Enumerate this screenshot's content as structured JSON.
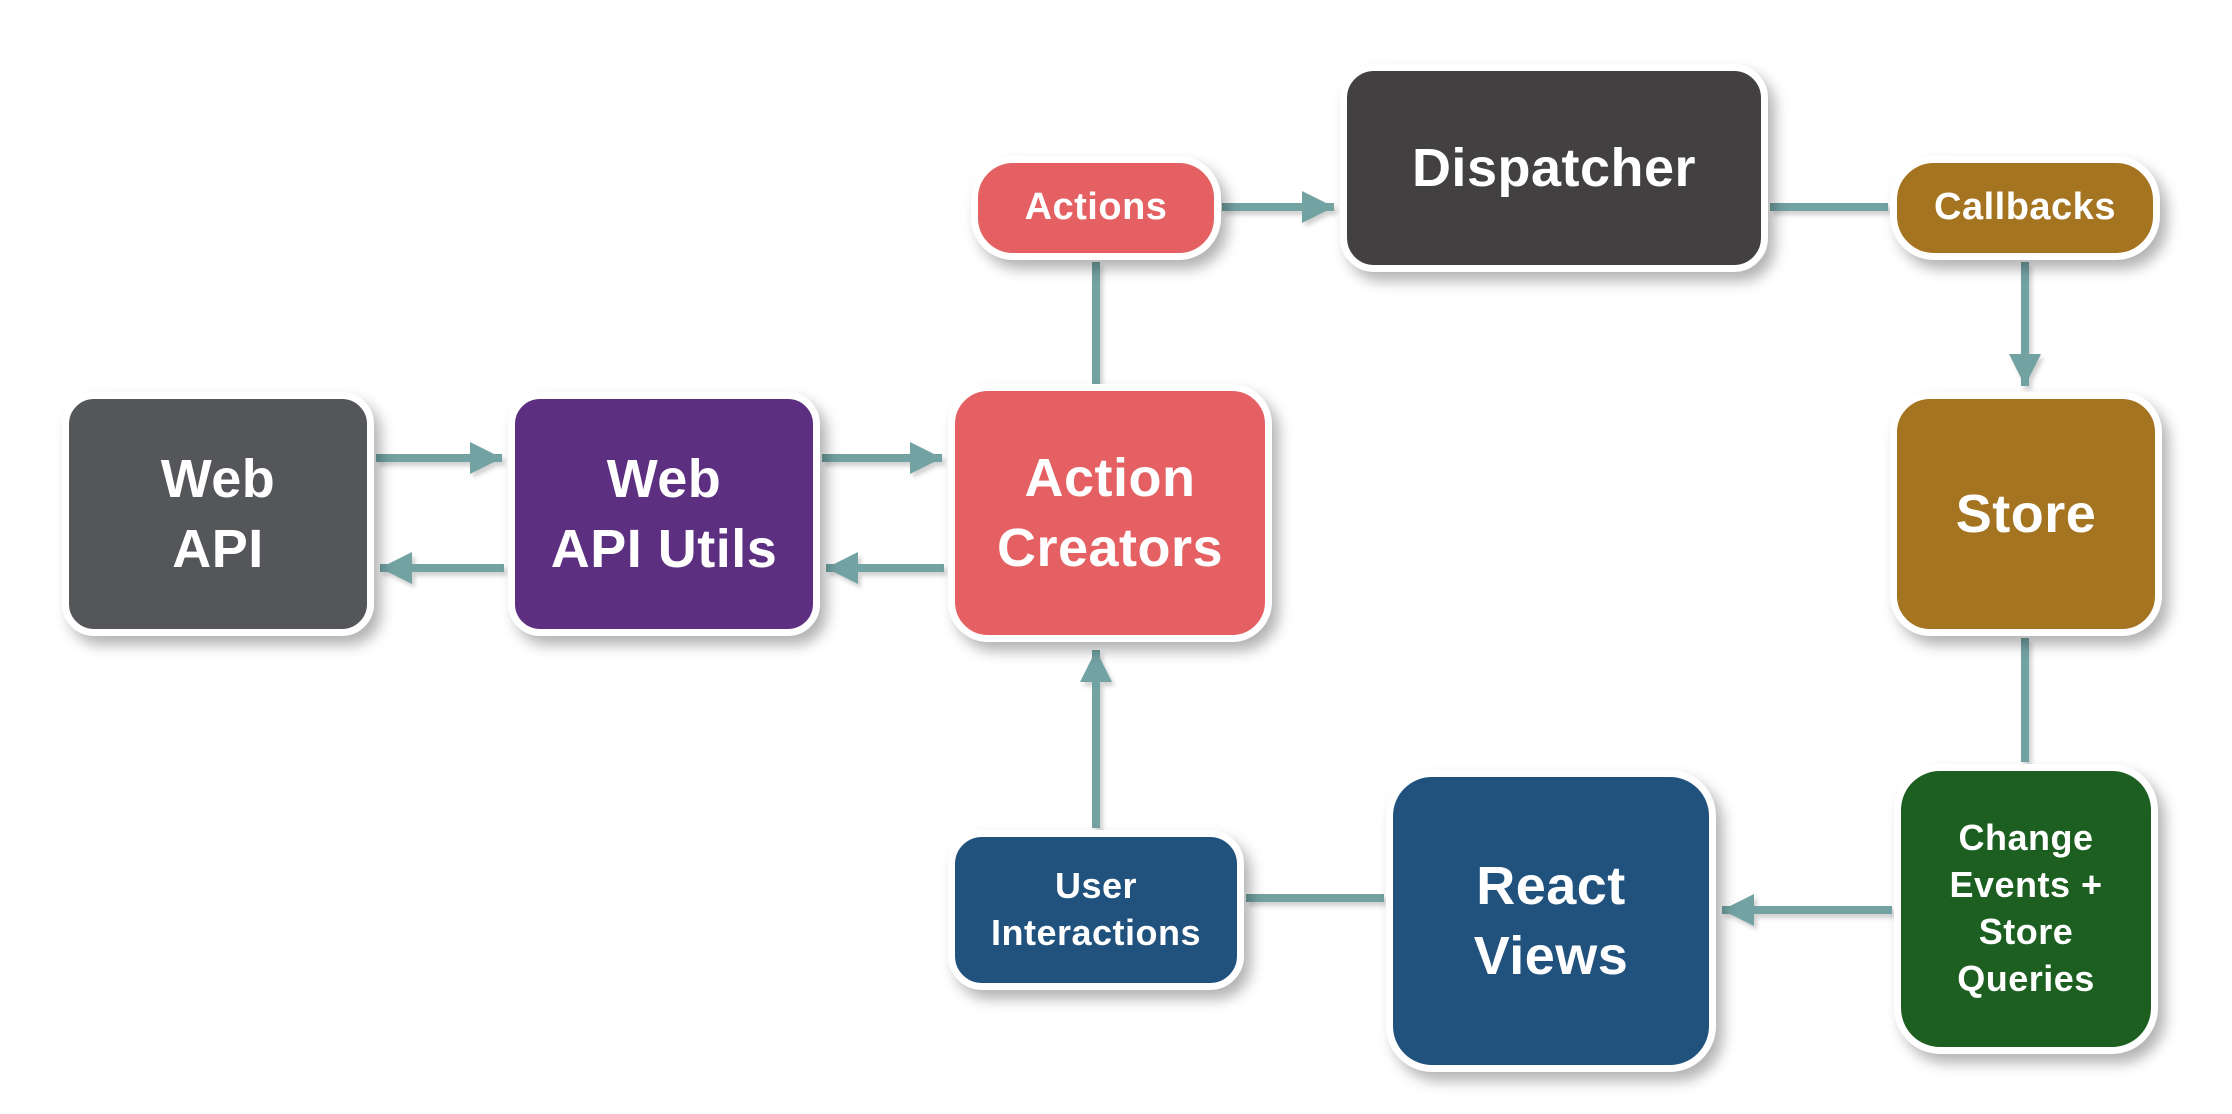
{
  "colors": {
    "background": "#ffffff",
    "arrow": "#73A2A3",
    "label_text": "#ffffff"
  },
  "nodes": {
    "web_api": {
      "label": "Web\nAPI",
      "color": "#54565A"
    },
    "web_api_utils": {
      "label": "Web\nAPI Utils",
      "color": "#5D2F80"
    },
    "action_creators": {
      "label": "Action\nCreators",
      "color": "#E56062"
    },
    "actions": {
      "label": "Actions",
      "color": "#E56062"
    },
    "dispatcher": {
      "label": "Dispatcher",
      "color": "#434041"
    },
    "callbacks": {
      "label": "Callbacks",
      "color": "#A47420"
    },
    "store": {
      "label": "Store",
      "color": "#A47420"
    },
    "change_events": {
      "label": "Change\nEvents +\nStore\nQueries",
      "color": "#1C5F21"
    },
    "react_views": {
      "label": "React\nViews",
      "color": "#21527E"
    },
    "user_interactions": {
      "label": "User\nInteractions",
      "color": "#21527E"
    }
  },
  "edges": [
    {
      "from": "Web API",
      "to": "Web API Utils",
      "arrowhead": true
    },
    {
      "from": "Web API Utils",
      "to": "Web API",
      "arrowhead": true
    },
    {
      "from": "Web API Utils",
      "to": "Action Creators",
      "arrowhead": true
    },
    {
      "from": "Action Creators",
      "to": "Web API Utils",
      "arrowhead": true
    },
    {
      "from": "Action Creators",
      "to": "Actions",
      "arrowhead": false
    },
    {
      "from": "Actions",
      "to": "Dispatcher",
      "arrowhead": true
    },
    {
      "from": "Dispatcher",
      "to": "Callbacks",
      "arrowhead": false
    },
    {
      "from": "Callbacks",
      "to": "Store",
      "arrowhead": true
    },
    {
      "from": "Store",
      "to": "Change Events + Store Queries",
      "arrowhead": false
    },
    {
      "from": "Change Events + Store Queries",
      "to": "React Views",
      "arrowhead": true
    },
    {
      "from": "React Views",
      "to": "User Interactions",
      "arrowhead": false
    },
    {
      "from": "User Interactions",
      "to": "Action Creators",
      "arrowhead": true
    }
  ]
}
